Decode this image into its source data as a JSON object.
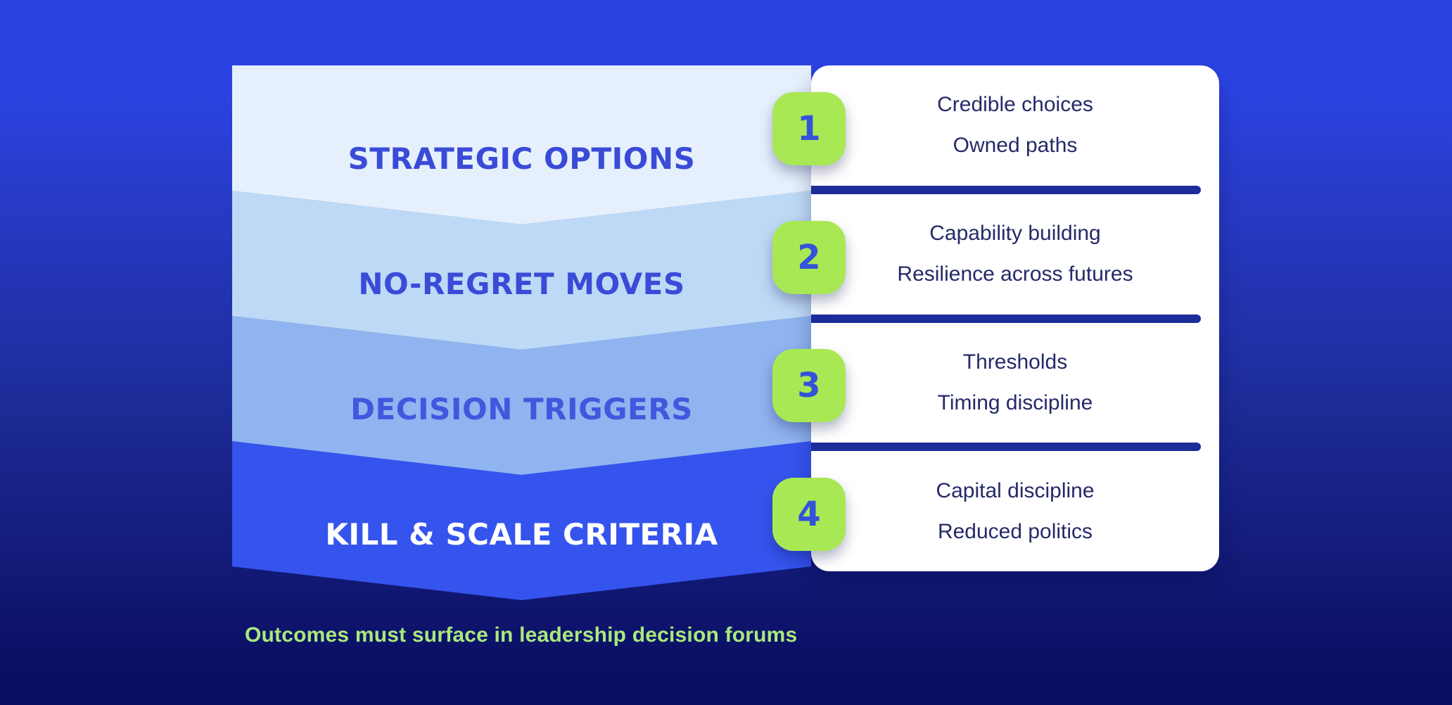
{
  "slide": {
    "rows": [
      {
        "number": "1",
        "title": "STRATEGIC OPTIONS",
        "band_color": "#e5f0fc",
        "title_color": "#3a4bd8",
        "lines": [
          "Credible choices",
          "Owned paths"
        ]
      },
      {
        "number": "2",
        "title": "NO-REGRET MOVES",
        "band_color": "#bed9f5",
        "title_color": "#3a4bd8",
        "lines": [
          "Capability building",
          "Resilience across futures"
        ]
      },
      {
        "number": "3",
        "title": "DECISION TRIGGERS",
        "band_color": "#8fb4f0",
        "title_color": "#4257dd",
        "lines": [
          "Thresholds",
          "Timing discipline"
        ]
      },
      {
        "number": "4",
        "title": "KILL & SCALE CRITERIA",
        "band_color": "#3554ee",
        "title_color": "#ffffff",
        "lines": [
          "Capital discipline",
          "Reduced politics"
        ]
      }
    ],
    "footer_note": "Outcomes must surface in leadership decision forums",
    "colors": {
      "background_top": "#2c43e2",
      "background_mid": "#1d2b96",
      "background_bottom": "#0a0e61",
      "badge_bg": "#a8e854",
      "badge_number": "#3353d8",
      "card_bg": "#ffffff",
      "card_text": "#242a68",
      "separator": "#1c2c99",
      "footer_text": "#a9e97c"
    }
  }
}
